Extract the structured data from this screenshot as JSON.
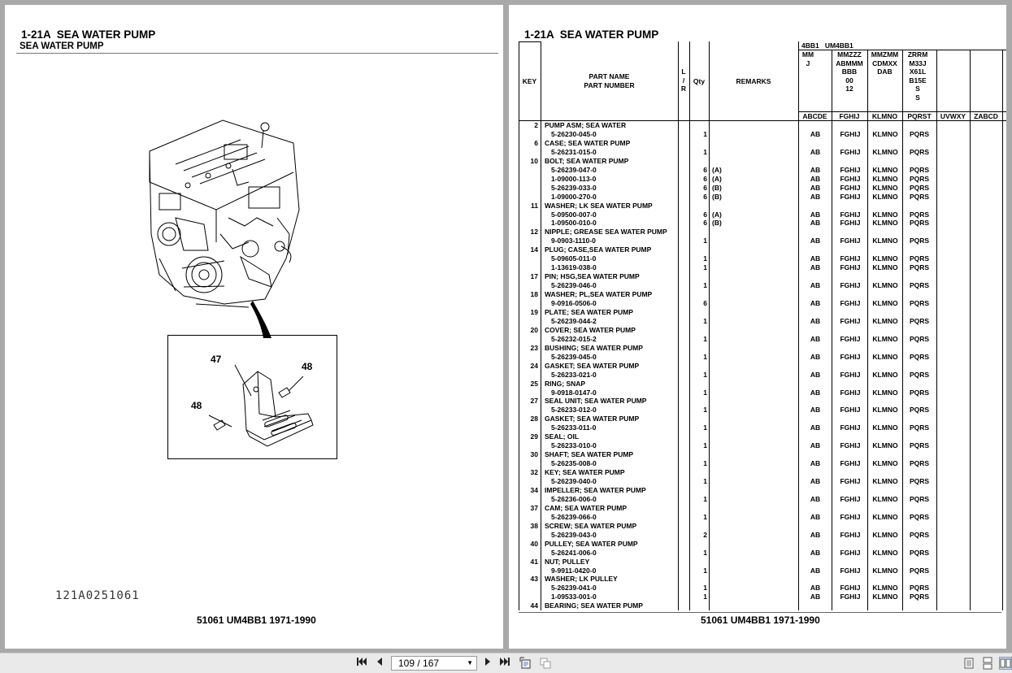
{
  "left_page": {
    "title": "1-21A  SEA WATER PUMP",
    "subtitle": "SEA WATER PUMP",
    "callouts": [
      "47",
      "48",
      "48"
    ],
    "drawing_id": "121A0251061",
    "footer": "51061 UM4BB1 1971-1990"
  },
  "right_page": {
    "title": "1-21A  SEA WATER PUMP",
    "footer": "51061 UM4BB1 1971-1990",
    "header": {
      "key": "KEY",
      "part_name": "PART NAME",
      "part_number": "PART NUMBER",
      "lr": "L\n/\nR",
      "qty": "Qty",
      "remarks": "REMARKS",
      "model_group": "4BB1   UM4BB1",
      "model_cols": [
        "MM\nJ",
        "MMZZZ\nABMMM\nBBB\n00\n12",
        "MMZMM\nCDMXX\nDAB",
        "ZRRM\nM33J\nX61L\nB15E\nS\nS",
        "",
        ""
      ],
      "code_cols": [
        "ABCDE",
        "FGHIJ",
        "KLMNO",
        "PQRST",
        "UVWXY",
        "ZABCD"
      ]
    },
    "rows": [
      {
        "key": "2",
        "name": "PUMP ASM; SEA WATER"
      },
      {
        "pn": "5-26230-045-0",
        "qty": "1",
        "rem": "",
        "m": [
          "AB",
          "FGHIJ",
          "KLMNO",
          "PQRS"
        ]
      },
      {
        "key": "6",
        "name": "CASE; SEA WATER PUMP"
      },
      {
        "pn": "5-26231-015-0",
        "qty": "1",
        "rem": "",
        "m": [
          "AB",
          "FGHIJ",
          "KLMNO",
          "PQRS"
        ]
      },
      {
        "key": "10",
        "name": "BOLT; SEA WATER PUMP"
      },
      {
        "pn": "5-26239-047-0",
        "qty": "6",
        "rem": "(A)",
        "m": [
          "AB",
          "FGHIJ",
          "KLMNO",
          "PQRS"
        ]
      },
      {
        "pn": "1-09000-113-0",
        "qty": "6",
        "rem": "(A)",
        "m": [
          "AB",
          "FGHIJ",
          "KLMNO",
          "PQRS"
        ]
      },
      {
        "pn": "5-26239-033-0",
        "qty": "6",
        "rem": "(B)",
        "m": [
          "AB",
          "FGHIJ",
          "KLMNO",
          "PQRS"
        ]
      },
      {
        "pn": "1-09000-270-0",
        "qty": "6",
        "rem": "(B)",
        "m": [
          "AB",
          "FGHIJ",
          "KLMNO",
          "PQRS"
        ]
      },
      {
        "key": "11",
        "name": "WASHER; LK SEA WATER PUMP"
      },
      {
        "pn": "5-09500-007-0",
        "qty": "6",
        "rem": "(A)",
        "m": [
          "AB",
          "FGHIJ",
          "KLMNO",
          "PQRS"
        ]
      },
      {
        "pn": "1-09500-010-0",
        "qty": "6",
        "rem": "(B)",
        "m": [
          "AB",
          "FGHIJ",
          "KLMNO",
          "PQRS"
        ]
      },
      {
        "key": "12",
        "name": "NIPPLE; GREASE SEA WATER PUMP"
      },
      {
        "pn": "9-0903-1110-0",
        "qty": "1",
        "rem": "",
        "m": [
          "AB",
          "FGHIJ",
          "KLMNO",
          "PQRS"
        ]
      },
      {
        "key": "14",
        "name": "PLUG; CASE,SEA WATER PUMP"
      },
      {
        "pn": "5-09605-011-0",
        "qty": "1",
        "rem": "",
        "m": [
          "AB",
          "FGHIJ",
          "KLMNO",
          "PQRS"
        ]
      },
      {
        "pn": "1-13619-038-0",
        "qty": "1",
        "rem": "",
        "m": [
          "AB",
          "FGHIJ",
          "KLMNO",
          "PQRS"
        ]
      },
      {
        "key": "17",
        "name": "PIN; HSG,SEA WATER PUMP"
      },
      {
        "pn": "5-26239-046-0",
        "qty": "1",
        "rem": "",
        "m": [
          "AB",
          "FGHIJ",
          "KLMNO",
          "PQRS"
        ]
      },
      {
        "key": "18",
        "name": "WASHER; PL,SEA WATER PUMP"
      },
      {
        "pn": "9-0916-0506-0",
        "qty": "6",
        "rem": "",
        "m": [
          "AB",
          "FGHIJ",
          "KLMNO",
          "PQRS"
        ]
      },
      {
        "key": "19",
        "name": "PLATE; SEA WATER PUMP"
      },
      {
        "pn": "5-26239-044-2",
        "qty": "1",
        "rem": "",
        "m": [
          "AB",
          "FGHIJ",
          "KLMNO",
          "PQRS"
        ]
      },
      {
        "key": "20",
        "name": "COVER; SEA WATER PUMP"
      },
      {
        "pn": "5-26232-015-2",
        "qty": "1",
        "rem": "",
        "m": [
          "AB",
          "FGHIJ",
          "KLMNO",
          "PQRS"
        ]
      },
      {
        "key": "23",
        "name": "BUSHING; SEA WATER PUMP"
      },
      {
        "pn": "5-26239-045-0",
        "qty": "1",
        "rem": "",
        "m": [
          "AB",
          "FGHIJ",
          "KLMNO",
          "PQRS"
        ]
      },
      {
        "key": "24",
        "name": "GASKET; SEA WATER PUMP"
      },
      {
        "pn": "5-26233-021-0",
        "qty": "1",
        "rem": "",
        "m": [
          "AB",
          "FGHIJ",
          "KLMNO",
          "PQRS"
        ]
      },
      {
        "key": "25",
        "name": "RING; SNAP"
      },
      {
        "pn": "9-0918-0147-0",
        "qty": "1",
        "rem": "",
        "m": [
          "AB",
          "FGHIJ",
          "KLMNO",
          "PQRS"
        ]
      },
      {
        "key": "27",
        "name": "SEAL UNIT; SEA WATER PUMP"
      },
      {
        "pn": "5-26233-012-0",
        "qty": "1",
        "rem": "",
        "m": [
          "AB",
          "FGHIJ",
          "KLMNO",
          "PQRS"
        ]
      },
      {
        "key": "28",
        "name": "GASKET; SEA WATER PUMP"
      },
      {
        "pn": "5-26233-011-0",
        "qty": "1",
        "rem": "",
        "m": [
          "AB",
          "FGHIJ",
          "KLMNO",
          "PQRS"
        ]
      },
      {
        "key": "29",
        "name": "SEAL; OIL"
      },
      {
        "pn": "5-26233-010-0",
        "qty": "1",
        "rem": "",
        "m": [
          "AB",
          "FGHIJ",
          "KLMNO",
          "PQRS"
        ]
      },
      {
        "key": "30",
        "name": "SHAFT; SEA WATER PUMP"
      },
      {
        "pn": "5-26235-008-0",
        "qty": "1",
        "rem": "",
        "m": [
          "AB",
          "FGHIJ",
          "KLMNO",
          "PQRS"
        ]
      },
      {
        "key": "32",
        "name": "KEY; SEA WATER PUMP"
      },
      {
        "pn": "5-26239-040-0",
        "qty": "1",
        "rem": "",
        "m": [
          "AB",
          "FGHIJ",
          "KLMNO",
          "PQRS"
        ]
      },
      {
        "key": "34",
        "name": "IMPELLER; SEA WATER PUMP"
      },
      {
        "pn": "5-26236-006-0",
        "qty": "1",
        "rem": "",
        "m": [
          "AB",
          "FGHIJ",
          "KLMNO",
          "PQRS"
        ]
      },
      {
        "key": "37",
        "name": "CAM; SEA WATER PUMP"
      },
      {
        "pn": "5-26239-066-0",
        "qty": "1",
        "rem": "",
        "m": [
          "AB",
          "FGHIJ",
          "KLMNO",
          "PQRS"
        ]
      },
      {
        "key": "38",
        "name": "SCREW; SEA WATER PUMP"
      },
      {
        "pn": "5-26239-043-0",
        "qty": "2",
        "rem": "",
        "m": [
          "AB",
          "FGHIJ",
          "KLMNO",
          "PQRS"
        ]
      },
      {
        "key": "40",
        "name": "PULLEY; SEA WATER PUMP"
      },
      {
        "pn": "5-26241-006-0",
        "qty": "1",
        "rem": "",
        "m": [
          "AB",
          "FGHIJ",
          "KLMNO",
          "PQRS"
        ]
      },
      {
        "key": "41",
        "name": "NUT; PULLEY"
      },
      {
        "pn": "9-9911-0420-0",
        "qty": "1",
        "rem": "",
        "m": [
          "AB",
          "FGHIJ",
          "KLMNO",
          "PQRS"
        ]
      },
      {
        "key": "43",
        "name": "WASHER; LK PULLEY"
      },
      {
        "pn": "5-26239-041-0",
        "qty": "1",
        "rem": "",
        "m": [
          "AB",
          "FGHIJ",
          "KLMNO",
          "PQRS"
        ]
      },
      {
        "pn": "1-09533-001-0",
        "qty": "1",
        "rem": "",
        "m": [
          "AB",
          "FGHIJ",
          "KLMNO",
          "PQRS"
        ]
      },
      {
        "key": "44",
        "name": "BEARING; SEA WATER PUMP"
      }
    ]
  },
  "toolbar": {
    "page_indicator": "109 / 167",
    "icons": [
      "first-page-icon",
      "prev-page-icon",
      "next-page-icon",
      "last-page-icon",
      "fit-page-icon",
      "fit-width-icon",
      "single-page-view-icon",
      "continuous-view-icon",
      "two-page-view-icon"
    ]
  }
}
